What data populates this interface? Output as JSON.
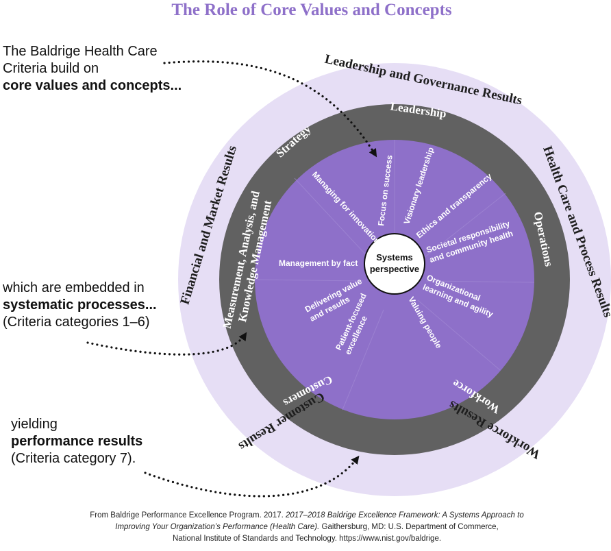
{
  "title": "The Role of Core Values and Concepts",
  "left_notes": {
    "note1": {
      "line1": "The Baldrige Health Care",
      "line2": "Criteria build on",
      "line3": "core values and concepts..."
    },
    "note2": {
      "line1": "which are embedded in",
      "line2": "systematic processes...",
      "line3": "(Criteria categories 1–6)"
    },
    "note3": {
      "line1": "yielding",
      "line2": "performance results",
      "line3": "(Criteria category 7)."
    }
  },
  "results_ring": {
    "leadership_governance": "Leadership and Governance Results",
    "health_care_process": "Health Care and Process Results",
    "workforce": "Workforce Results",
    "customer": "Customer Results",
    "financial_market": "Financial and Market Results"
  },
  "process_ring": {
    "leadership": "Leadership",
    "operations": "Operations",
    "workforce": "Workforce",
    "customers": "Customers",
    "measurement_line1": "Measurement, Analysis, and",
    "measurement_line2": "Knowledge Management",
    "strategy": "Strategy"
  },
  "core_values": {
    "focus_on_success": "Focus on success",
    "visionary_leadership": "Visionary leadership",
    "ethics_transparency": "Ethics and transparency",
    "societal_line1": "Societal responsibility",
    "societal_line2": "and community health",
    "org_learning_line1": "Organizational",
    "org_learning_line2": "learning and agility",
    "valuing_people": "Valuing people",
    "patient_line1": "Patient-focused",
    "patient_line2": "excellence",
    "delivering_line1": "Delivering value",
    "delivering_line2": "and results",
    "management_by_fact": "Management by fact",
    "managing_innovation": "Managing for innovation"
  },
  "center": {
    "line1": "Systems",
    "line2": "perspective"
  },
  "source": {
    "part1": "From Baldrige Performance Excellence Program. 2017.",
    "italic1": "2017–2018 Baldrige Excellence Framework: A Systems Approach to",
    "italic2": "Improving Your Organization’s Performance (Health Care).",
    "part2": "Gaithersburg, MD: U.S. Department of Commerce,",
    "part3": "National Institute of Standards and Technology. https://www.nist.gov/baldrige."
  },
  "colors": {
    "outer_ring": "#e6def5",
    "middle_ring": "#616161",
    "inner_circle": "#8e70c9",
    "center_circle": "#ffffff",
    "title": "#8e70c9"
  }
}
